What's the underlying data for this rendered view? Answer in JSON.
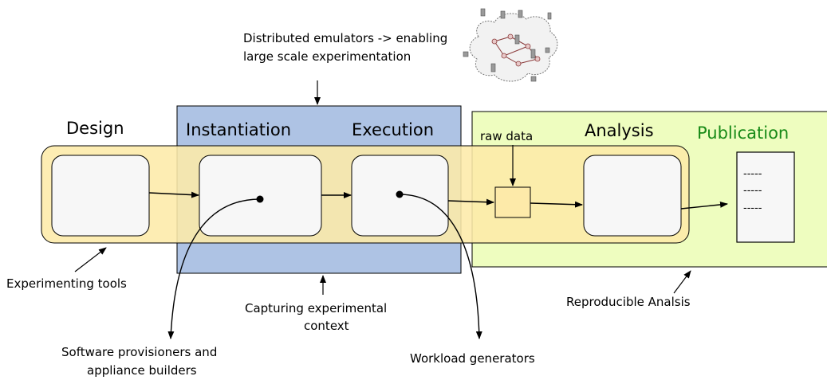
{
  "phases": {
    "design": "Design",
    "instantiation": "Instantiation",
    "execution": "Execution",
    "analysis": "Analysis",
    "publication": "Publication"
  },
  "labels": {
    "raw_data": "raw data",
    "emulators_line1": "Distributed emulators -> enabling",
    "emulators_line2": "large scale experimentation",
    "experimenting_tools": "Experimenting tools",
    "capturing_line1": "Capturing experimental",
    "capturing_line2": "context",
    "reproducible": "Reproducible Analsis",
    "provisioners_line1": "Software provisioners and",
    "provisioners_line2": "appliance builders",
    "workload": "Workload generators"
  },
  "document_lines": [
    "-----",
    "-----",
    "-----"
  ],
  "colors": {
    "pipeline_fill": "#fdeaa9",
    "blue_region": "#aec3e4",
    "green_region": "#eefdbf",
    "publication_text": "#178a17",
    "box_fill": "#f7f7f7"
  }
}
